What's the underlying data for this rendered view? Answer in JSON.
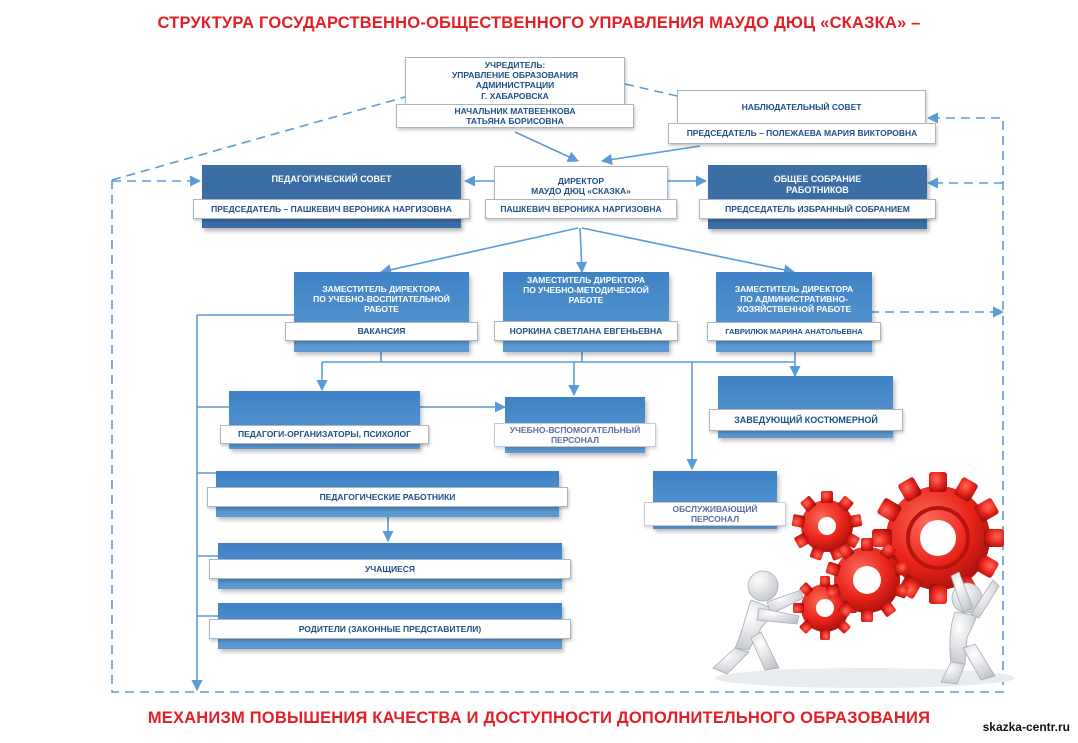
{
  "header": {
    "title": "СТРУКТУРА ГОСУДАРСТВЕННО-ОБЩЕСТВЕННОГО УПРАВЛЕНИЯ МАУДО ДЮЦ «СКАЗКА» –"
  },
  "founder": {
    "label_lines": [
      "УЧРЕДИТЕЛЬ:",
      "УПРАВЛЕНИЕ ОБРАЗОВАНИЯ",
      "АДМИНИСТРАЦИИ",
      "Г. ХАБАРОВСКА"
    ],
    "head_lines": [
      "НАЧАЛЬНИК МАТВЕЕНКОВА",
      "ТАТЬЯНА БОРИСОВНА"
    ]
  },
  "supervisory_board": {
    "label": "НАБЛЮДАТЕЛЬНЫЙ СОВЕТ",
    "chair": "ПРЕДСЕДАТЕЛЬ – ПОЛЕЖАЕВА МАРИЯ ВИКТОРОВНА"
  },
  "pedagogical_council": {
    "label": "ПЕДАГОГИЧЕСКИЙ СОВЕТ",
    "chair": "ПРЕДСЕДАТЕЛЬ – ПАШКЕВИЧ ВЕРОНИКА НАРГИЗОВНА"
  },
  "director": {
    "label_lines": [
      "ДИРЕКТОР",
      "МАУДО ДЮЦ «СКАЗКА»"
    ],
    "name": "ПАШКЕВИЧ ВЕРОНИКА НАРГИЗОВНА"
  },
  "general_meeting": {
    "label_lines": [
      "ОБЩЕЕ СОБРАНИЕ",
      "РАБОТНИКОВ"
    ],
    "chair": "ПРЕДСЕДАТЕЛЬ ИЗБРАННЫЙ СОБРАНИЕМ"
  },
  "deputies": [
    {
      "label_lines": [
        "ЗАМЕСТИТЕЛЬ ДИРЕКТОРА",
        "ПО УЧЕБНО-ВОСПИТАТЕЛЬНОЙ",
        "РАБОТЕ"
      ],
      "name": "ВАКАНСИЯ"
    },
    {
      "label_lines": [
        "ЗАМЕСТИТЕЛЬ ДИРЕКТОРА",
        "ПО УЧЕБНО-МЕТОДИЧЕСКОЙ",
        "РАБОТЕ"
      ],
      "name": "НОРКИНА СВЕТЛАНА ЕВГЕНЬЕВНА"
    },
    {
      "label_lines": [
        "ЗАМЕСТИТЕЛЬ ДИРЕКТОРА",
        "ПО АДМИНИСТРАТИВНО-",
        "ХОЗЯЙСТВЕННОЙ РАБОТЕ"
      ],
      "name": "ГАВРИЛЮК МАРИНА АНАТОЛЬЕВНА"
    }
  ],
  "units": {
    "organizers": "ПЕДАГОГИ-ОРГАНИЗАТОРЫ, ПСИХОЛОГ",
    "support_staff_lines": [
      "УЧЕБНО-ВСПОМОГАТЕЛЬНЫЙ",
      "ПЕРСОНАЛ"
    ],
    "costume_head": "ЗАВЕДУЮЩИЙ КОСТЮМЕРНОЙ",
    "service_staff_lines": [
      "ОБСЛУЖИВАЮЩИЙ",
      "ПЕРСОНАЛ"
    ],
    "teachers": "ПЕДАГОГИЧЕСКИЕ РАБОТНИКИ",
    "students": "УЧАЩИЕСЯ",
    "parents": "РОДИТЕЛИ (ЗАКОННЫЕ ПРЕДСТАВИТЕЛИ)"
  },
  "footer": {
    "title": "МЕХАНИЗМ ПОВЫШЕНИЯ КАЧЕСТВА И ДОСТУПНОСТИ ДОПОЛНИТЕЛЬНОГО ОБРАЗОВАНИЯ",
    "watermark": "skazka-centr.ru"
  },
  "colors": {
    "title_red": "#e31e24",
    "box_blue": "#4a8bcb",
    "box_dark": "#3a6ea5",
    "connector": "#5b9bd5",
    "gear_red": "#e8231b"
  },
  "illustration": {
    "icon": "gears-and-figures-icon"
  }
}
